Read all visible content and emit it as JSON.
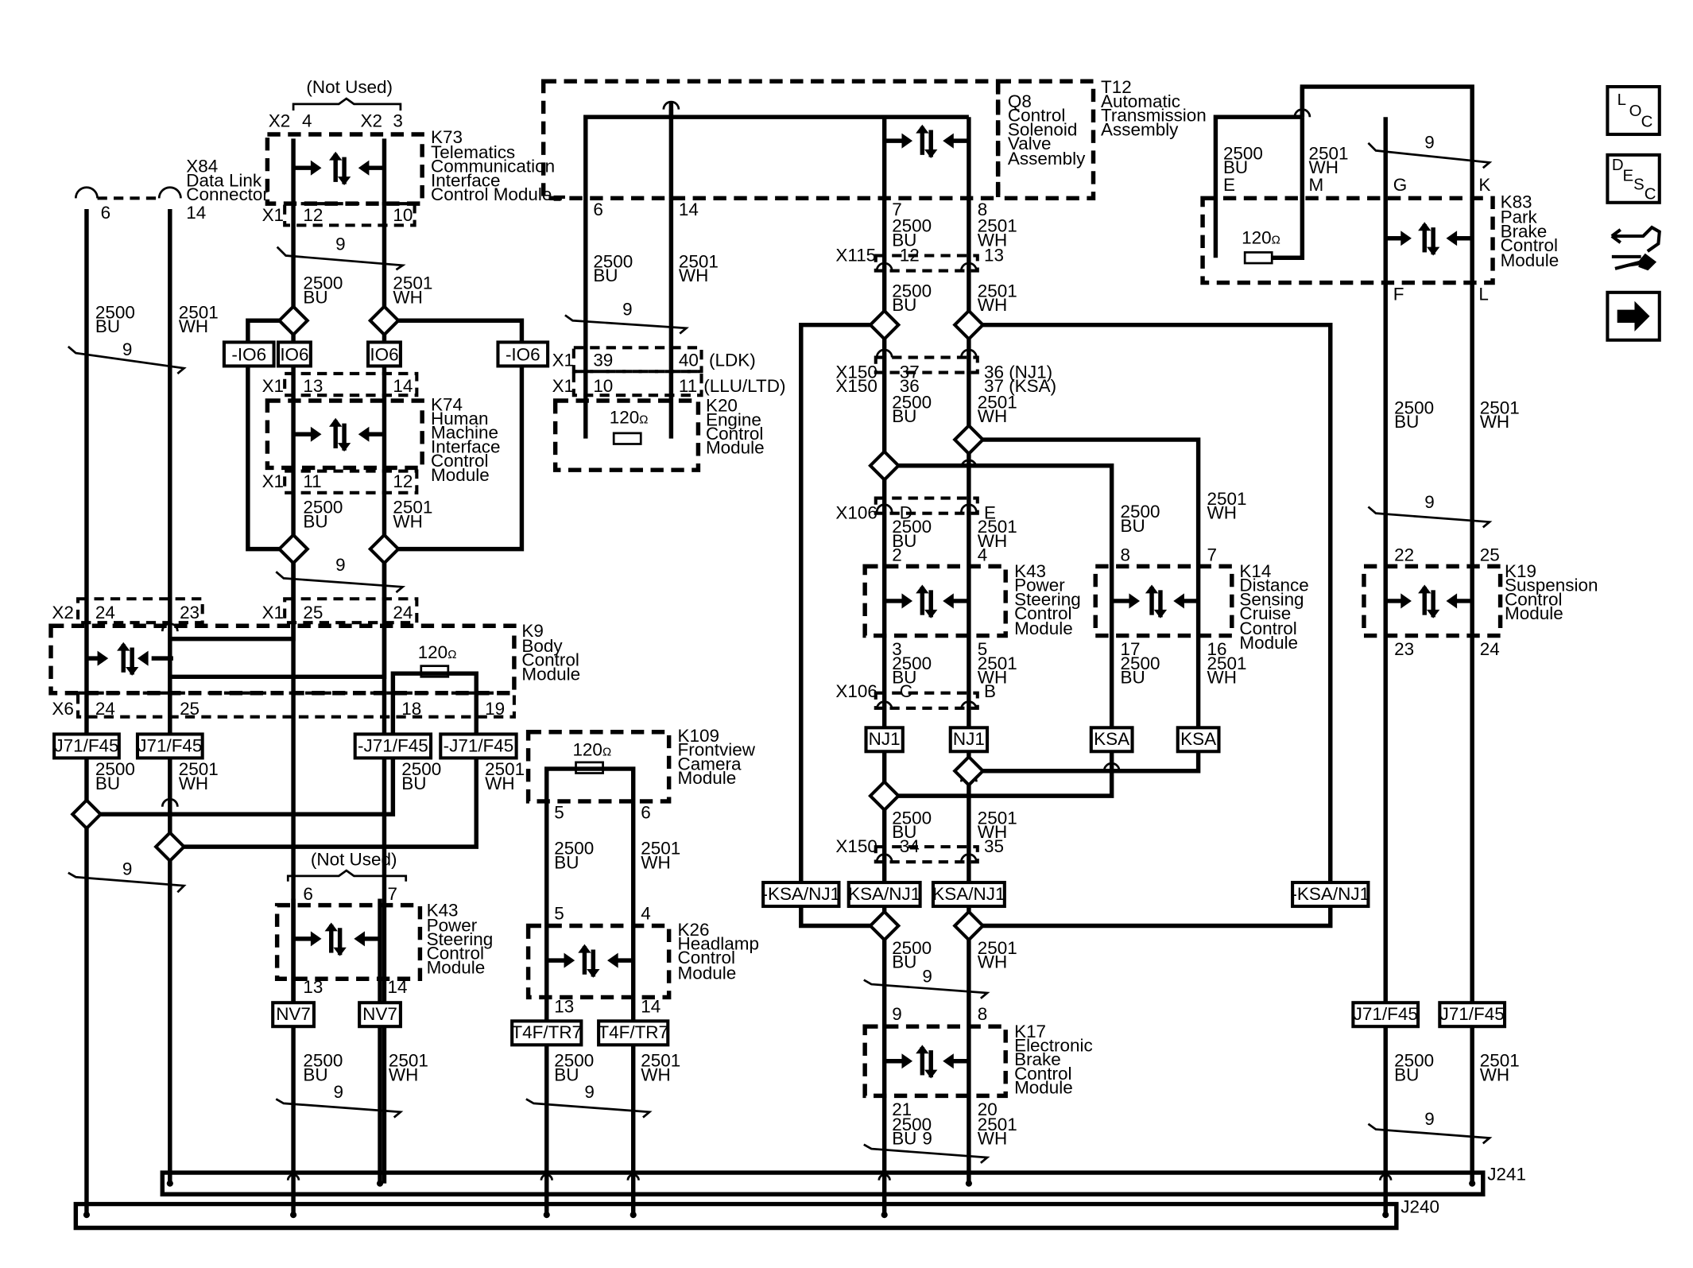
{
  "texts": {
    "t0": "(Not Used)",
    "t1": "X2",
    "t2": "4",
    "t3": "X2",
    "t4": "3",
    "t5": "K73",
    "t6": "Telematics",
    "t7": "Communication",
    "t8": "Interface",
    "t9": "Control Module",
    "t10": "X1",
    "t11": "12",
    "t12": "10",
    "t13": "X84",
    "t14": "Data Link",
    "t15": "Connector",
    "t16": "6",
    "t17": "14",
    "t18": "9",
    "t19": "2500",
    "t20": "BU",
    "t21": "2501",
    "t22": "WH",
    "t23": "2500",
    "t24": "BU",
    "t25": "2501",
    "t26": "WH",
    "t27": "9",
    "t28": "X1",
    "t29": "13",
    "t30": "14",
    "t31": "K74",
    "t32": "Human",
    "t33": "Machine",
    "t34": "Interface",
    "t35": "Control",
    "t36": "Module",
    "t37": "X1",
    "t38": "11",
    "t39": "12",
    "t40": "2500",
    "t41": "BU",
    "t42": "2501",
    "t43": "WH",
    "t44": "9",
    "t45": "X2",
    "t46": "24",
    "t47": "23",
    "t48": "X1",
    "t49": "25",
    "t50": "24",
    "t51": "K9",
    "t52": "Body",
    "t53": "Control",
    "t54": "Module",
    "t55": "120",
    "t56": "X6",
    "t57": "24",
    "t58": "25",
    "t59": "18",
    "t60": "19",
    "t61": "2500",
    "t62": "BU",
    "t63": "2501",
    "t64": "WH",
    "t65": "2500",
    "t66": "BU",
    "t67": "2501",
    "t68": "WH",
    "t69": "9",
    "t70": "(Not Used)",
    "t71": "6",
    "t72": "7",
    "t73": "K43",
    "t74": "Power",
    "t75": "Steering",
    "t76": "Control",
    "t77": "Module",
    "t78": "13",
    "t79": "14",
    "t80": "2500",
    "t81": "BU",
    "t82": "2501",
    "t83": "WH",
    "t84": "9",
    "t85": "6",
    "t86": "14",
    "t87": "2500",
    "t88": "BU",
    "t89": "2501",
    "t90": "WH",
    "t91": "9",
    "t92": "X1",
    "t93": "39",
    "t94": "40",
    "t95": "(LDK)",
    "t96": "X1",
    "t97": "10",
    "t98": "11",
    "t99": "(LLU/LTD)",
    "t100": "K20",
    "t101": "Engine",
    "t102": "Control",
    "t103": "Module",
    "t104": "120",
    "t105": "Q8",
    "t106": "Control",
    "t107": "Solenoid",
    "t108": "Valve",
    "t109": "Assembly",
    "t110": "T12",
    "t111": "Automatic",
    "t112": "Transmission",
    "t113": "Assembly",
    "t114": "7",
    "t115": "2500",
    "t116": "BU",
    "t117": "12",
    "t118": "8",
    "t119": "2501",
    "t120": "WH",
    "t121": "13",
    "t122": "X115",
    "t123": "2500",
    "t124": "BU",
    "t125": "2501",
    "t126": "WH",
    "t127": "X150",
    "t128": "X150",
    "t129": "37",
    "t130": "36",
    "t131": "2500",
    "t132": "BU",
    "t133": "36 (NJ1)",
    "t134": "37 (KSA)",
    "t135": "2501",
    "t136": "WH",
    "t137": "X106",
    "t138": "D",
    "t139": "2500",
    "t140": "BU",
    "t141": "2",
    "t142": "E",
    "t143": "2501",
    "t144": "WH",
    "t145": "4",
    "t146": "K43",
    "t147": "Power",
    "t148": "Steering",
    "t149": "Control",
    "t150": "Module",
    "t151": "3",
    "t152": "2500",
    "t153": "BU",
    "t154": "C",
    "t155": "5",
    "t156": "2501",
    "t157": "WH",
    "t158": "B",
    "t159": "X106",
    "t160": "2500",
    "t161": "BU",
    "t162": "2501",
    "t163": "WH",
    "t164": "8",
    "t165": "7",
    "t166": "K14",
    "t167": "Distance",
    "t168": "Sensing",
    "t169": "Cruise",
    "t170": "Control",
    "t171": "Module",
    "t172": "17",
    "t173": "2500",
    "t174": "BU",
    "t175": "16",
    "t176": "2501",
    "t177": "WH",
    "t178": "2500",
    "t179": "BU",
    "t180": "34",
    "t181": "2501",
    "t182": "WH",
    "t183": "35",
    "t184": "X150",
    "t185": "2500",
    "t186": "BU",
    "t187": "2501",
    "t188": "WH",
    "t189": "9",
    "t190": "9",
    "t191": "8",
    "t192": "K17",
    "t193": "Electronic",
    "t194": "Brake",
    "t195": "Control",
    "t196": "Module",
    "t197": "21",
    "t198": "2500",
    "t199": "BU",
    "t200": "9",
    "t201": "20",
    "t202": "2501",
    "t203": "WH",
    "t204": "K109",
    "t205": "Frontview",
    "t206": "Camera",
    "t207": "Module",
    "t208": "120",
    "t209": "5",
    "t210": "6",
    "t211": "2500",
    "t212": "BU",
    "t213": "2501",
    "t214": "WH",
    "t215": "5",
    "t216": "4",
    "t217": "K26",
    "t218": "Headlamp",
    "t219": "Control",
    "t220": "Module",
    "t221": "13",
    "t222": "14",
    "t223": "2500",
    "t224": "BU",
    "t225": "2501",
    "t226": "WH",
    "t227": "9",
    "t228": "2500",
    "t229": "BU",
    "t230": "2501",
    "t231": "WH",
    "t232": "9",
    "t233": "E",
    "t234": "M",
    "t235": "G",
    "t236": "K",
    "t237": "K83",
    "t238": "Park",
    "t239": "Brake",
    "t240": "Control",
    "t241": "Module",
    "t242": "120",
    "t243": "F",
    "t244": "L",
    "t245": "2500",
    "t246": "BU",
    "t247": "2501",
    "t248": "WH",
    "t249": "9",
    "t250": "22",
    "t251": "25",
    "t252": "K19",
    "t253": "Suspension",
    "t254": "Control",
    "t255": "Module",
    "t256": "23",
    "t257": "24",
    "t258": "2500",
    "t259": "BU",
    "t260": "2501",
    "t261": "WH",
    "t262": "9",
    "t263": "J241",
    "t264": "J240"
  },
  "connectors": {
    "c0": "-IO6",
    "c1": "IO6",
    "c2": "IO6",
    "c3": "-IO6",
    "c4": "J71/F45",
    "c5": "J71/F45",
    "c6": "-J71/F45",
    "c7": "-J71/F45",
    "c8": "NV7",
    "c9": "NV7",
    "c10": "T4F/TR7",
    "c11": "T4F/TR7",
    "c12": "NJ1",
    "c13": "NJ1",
    "c14": "KSA",
    "c15": "KSA",
    "c16": "-KSA/NJ1",
    "c17": "KSA/NJ1",
    "c18": "KSA/NJ1",
    "c19": "-KSA/NJ1",
    "c20": "J71/F45",
    "c21": "J71/F45"
  },
  "ohm": "Ω",
  "icons": {
    "loc": {
      "name": "location-icon",
      "letters": [
        "L",
        "O",
        "C"
      ]
    },
    "desc": {
      "name": "description-icon",
      "letters": [
        "D",
        "E",
        "S",
        "C"
      ]
    },
    "service": {
      "name": "vehicle-service-icon"
    },
    "next": {
      "name": "next-arrow-icon"
    }
  }
}
